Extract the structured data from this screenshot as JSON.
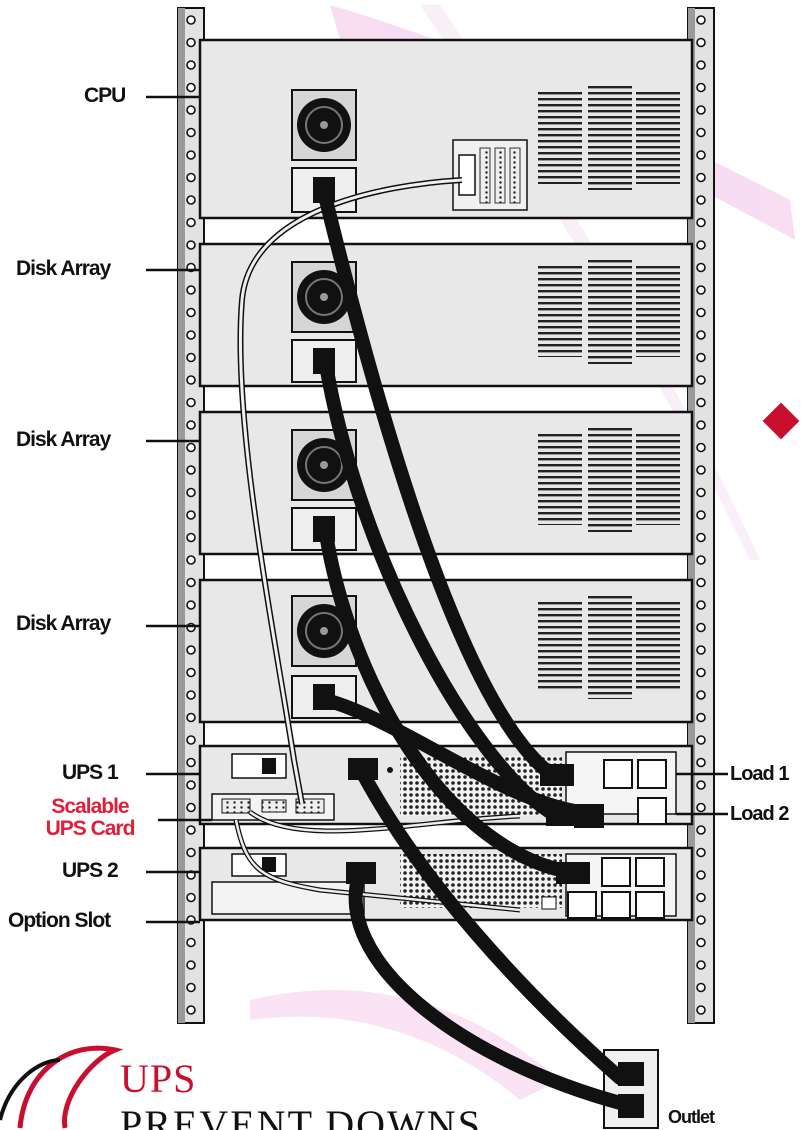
{
  "labels": {
    "cpu": "CPU",
    "disk_array_1": "Disk Array",
    "disk_array_2": "Disk Array",
    "disk_array_3": "Disk Array",
    "ups1": "UPS 1",
    "scalable_card_line1": "Scalable",
    "scalable_card_line2": "UPS Card",
    "ups2": "UPS 2",
    "option_slot": "Option Slot",
    "load1": "Load 1",
    "load2": "Load 2",
    "outlet": "Outlet"
  },
  "logo": {
    "line1": "UPS",
    "line2": "PREVENT DOWNS"
  },
  "colors": {
    "accent_red": "#e0203a",
    "bullet_red": "#c8102e",
    "decor_pink": "#f3c8ec",
    "rack_gray": "#e4e4e4"
  }
}
